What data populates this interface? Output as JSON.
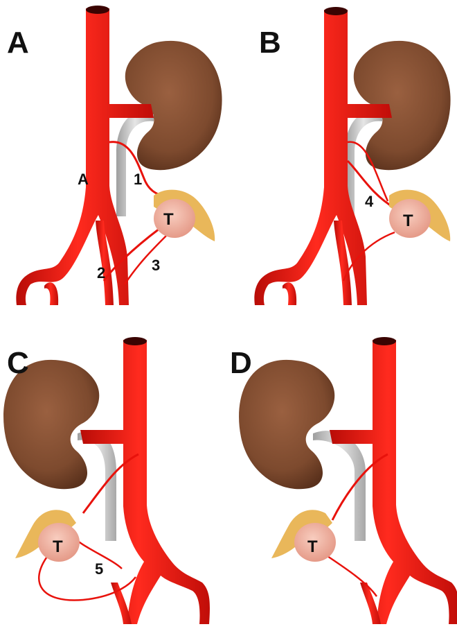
{
  "colors": {
    "artery": "#e8120c",
    "artery_dark": "#b50a06",
    "kidney": "#8a5234",
    "kidney_dark": "#5e321c",
    "ureter": "#bdbdbd",
    "tumor": "#f2b6a6",
    "tumor_fat": "#e9b75a"
  },
  "panels": [
    {
      "letter": "A",
      "tumor_label": "T",
      "vessel_labels": [
        "A",
        "1",
        "2",
        "3"
      ]
    },
    {
      "letter": "B",
      "tumor_label": "T",
      "vessel_labels": [
        "4"
      ]
    },
    {
      "letter": "C",
      "tumor_label": "T",
      "vessel_labels": [
        "5"
      ]
    },
    {
      "letter": "D",
      "tumor_label": "T",
      "vessel_labels": []
    }
  ]
}
